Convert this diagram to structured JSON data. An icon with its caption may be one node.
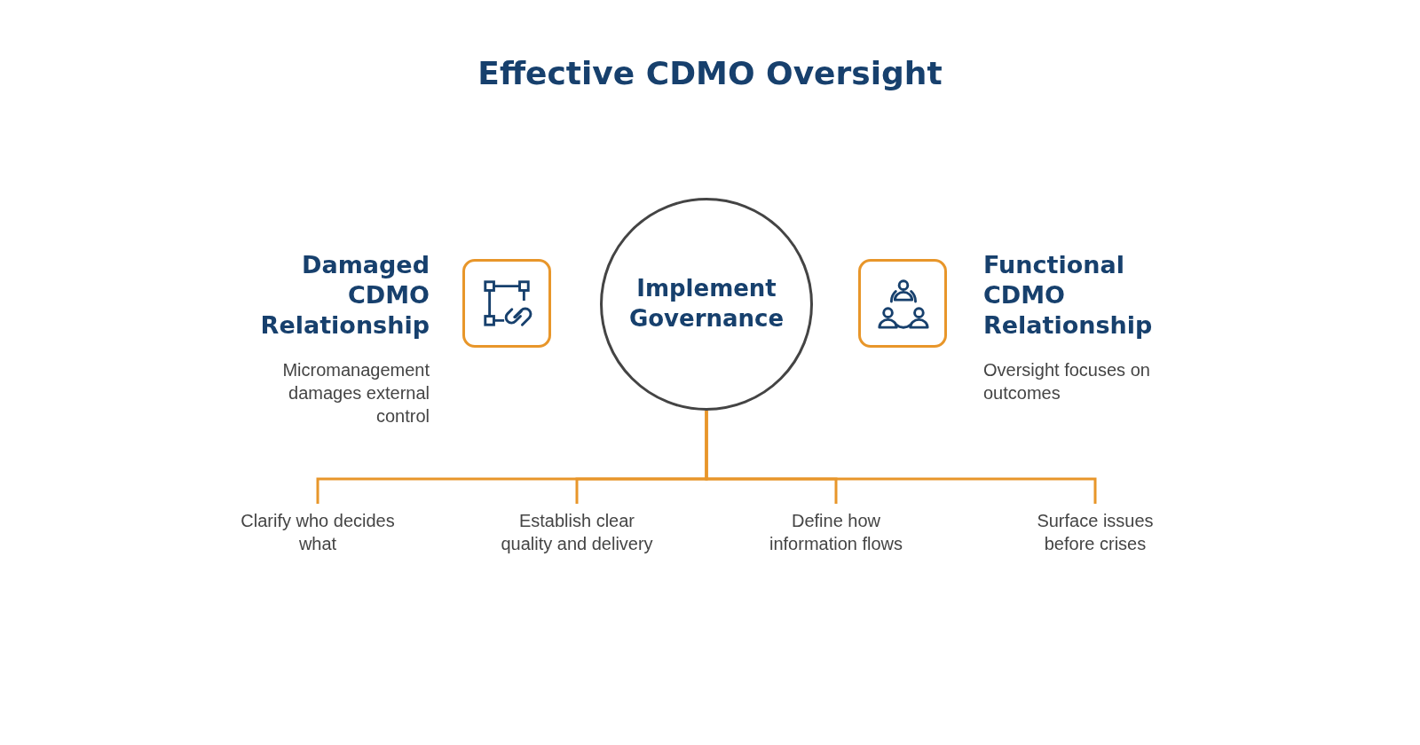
{
  "diagram": {
    "title": "Effective CDMO Oversight",
    "nodes": [
      {
        "text": [
          "Implement Governance"
        ]
      },
      {
        "text": [
          "Damaged CDMO Relationship",
          "Micromanagement damages external control"
        ]
      },
      {
        "text": [
          "Functional CDMO Relationship",
          "Oversight focuses on outcomes"
        ]
      },
      {
        "text": [
          "Clarify who decides what"
        ]
      },
      {
        "text": [
          "Establish clear quality and delivery"
        ]
      },
      {
        "text": [
          "Define how information flows"
        ]
      },
      {
        "text": [
          "Surface issues before crises"
        ]
      }
    ],
    "edges": [
      {
        "from": 0,
        "to": 3,
        "arrow": "none"
      },
      {
        "from": 0,
        "to": 4,
        "arrow": "none"
      },
      {
        "from": 0,
        "to": 5,
        "arrow": "none"
      },
      {
        "from": 0,
        "to": 6,
        "arrow": "none"
      }
    ]
  }
}
